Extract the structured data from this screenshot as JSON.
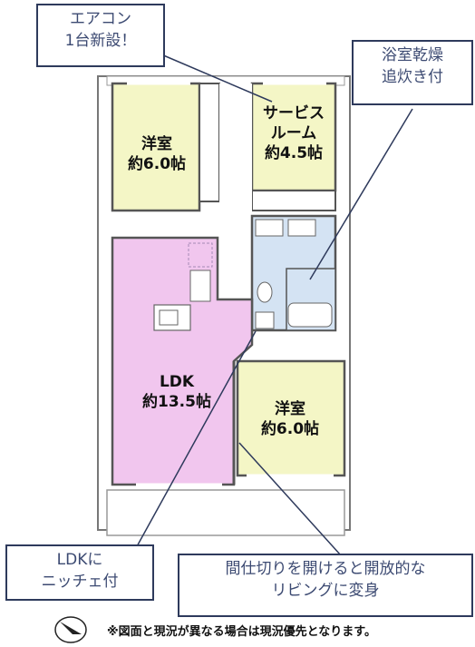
{
  "callouts": {
    "aircon": [
      "エアコン",
      "1台新設！"
    ],
    "bath_dryer": [
      "浴室乾燥",
      "追炊き付"
    ],
    "ldk_niche": [
      "LDKに",
      "ニッチェ付"
    ],
    "open_partition": [
      "間仕切りを開けると開放的な",
      "リビングに変身"
    ]
  },
  "rooms": {
    "western_nw": [
      "洋室",
      "約6.0帖"
    ],
    "service_room": [
      "サービス",
      "ルーム",
      "約4.5帖"
    ],
    "ldk": [
      "LDK",
      "約13.5帖"
    ],
    "western_se": [
      "洋室",
      "約6.0帖"
    ]
  },
  "note": "※図面と現況が異なる場合は現況優先となります。",
  "colors": {
    "western_room": "#f4f6c6",
    "ldk": "#f1c6ee",
    "wet_area": "#d4e3f3",
    "wall": "#555555",
    "callout_border": "#2e3a5c",
    "callout_text": "#3c4a72"
  },
  "icons": [
    "compass-north-icon"
  ]
}
